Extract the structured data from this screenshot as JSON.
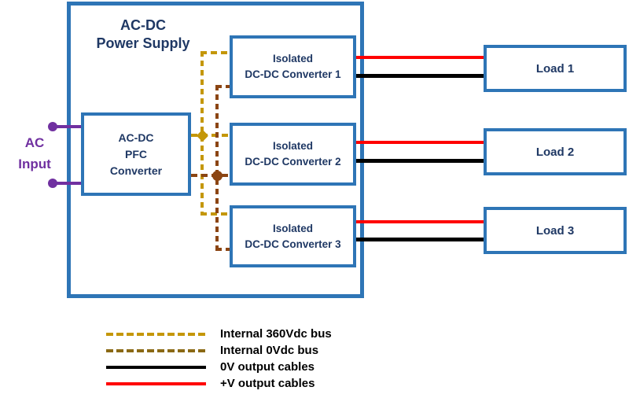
{
  "diagram": {
    "title_line1": "AC-DC",
    "title_line2": "Power Supply",
    "ac_input_line1": "AC",
    "ac_input_line2": "Input",
    "pfc_line1": "AC-DC",
    "pfc_line2": "PFC",
    "pfc_line3": "Converter",
    "converters": [
      {
        "line1": "Isolated",
        "line2": "DC-DC Converter 1"
      },
      {
        "line1": "Isolated",
        "line2": "DC-DC Converter 2"
      },
      {
        "line1": "Isolated",
        "line2": "DC-DC Converter 3"
      }
    ],
    "loads": [
      {
        "label": "Load 1"
      },
      {
        "label": "Load 2"
      },
      {
        "label": "Load 3"
      }
    ]
  },
  "legend": {
    "items": [
      {
        "label": "Internal 360Vdc bus",
        "line_style": "dashed",
        "color": "#C49708"
      },
      {
        "label": "Internal 0Vdc bus",
        "line_style": "dashed",
        "color": "#8B6914"
      },
      {
        "label": "0V output cables",
        "line_style": "solid",
        "color": "#000000"
      },
      {
        "label": "+V output cables",
        "line_style": "solid",
        "color": "#FF0000"
      }
    ]
  },
  "colors": {
    "box_border_blue": "#2E75B6",
    "label_navy": "#1F3864",
    "ac_input_purple": "#7030A0",
    "bus_360v_gold": "#C49708",
    "bus_0v_brown": "#8B4513",
    "output_positive_red": "#FF0000",
    "output_0v_black": "#000000"
  }
}
